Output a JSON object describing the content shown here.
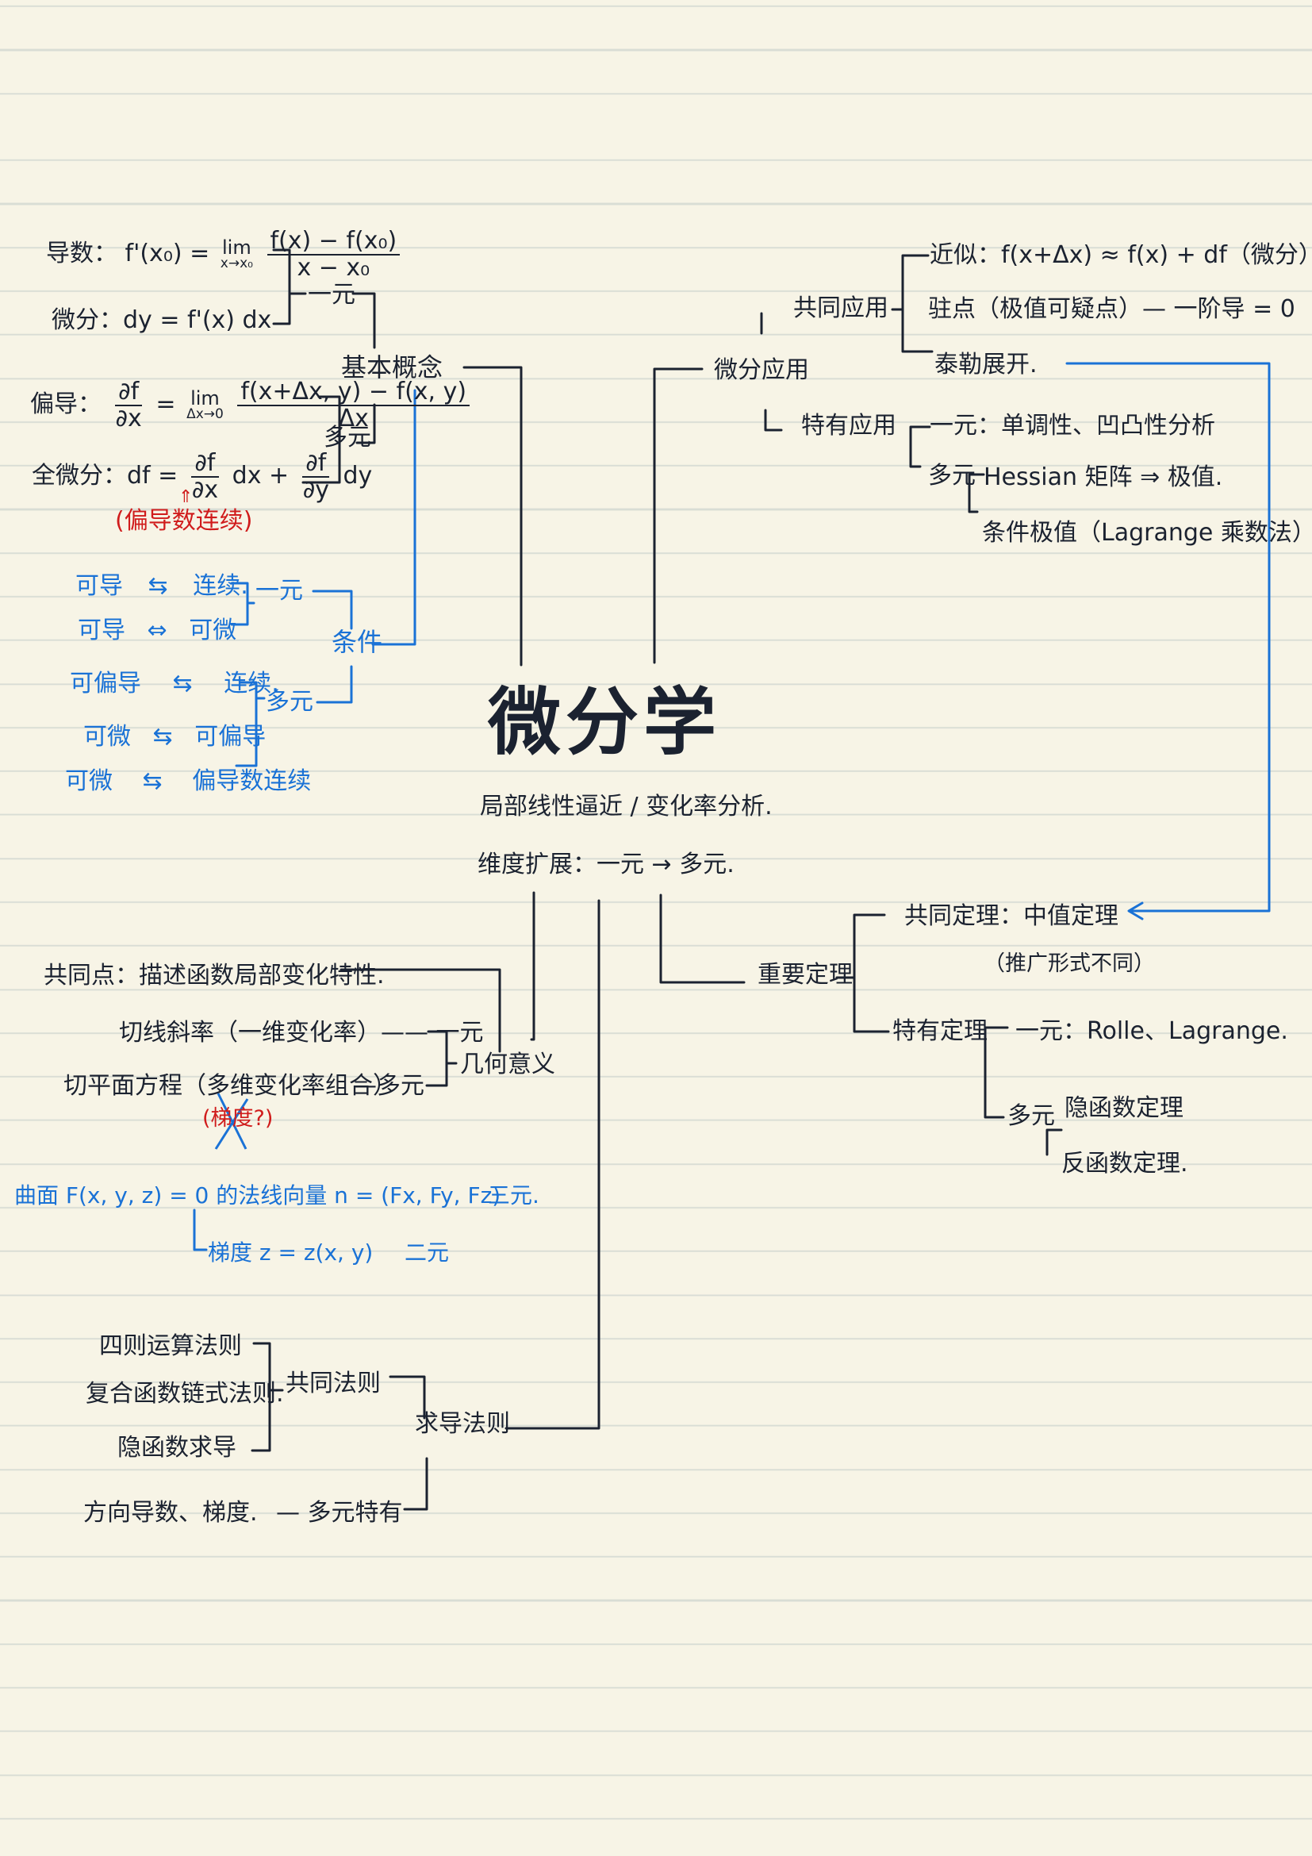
{
  "center": {
    "title": "微分学",
    "subtitle1": "局部线性逼近 / 变化率分析.",
    "subtitle2": "维度扩展：一元 → 多元."
  },
  "basic_concepts": {
    "label": "基本概念",
    "derivative": {
      "label": "导数：",
      "lhs": "f'(x₀) =",
      "lim_top": "lim",
      "lim_sub": "x→x₀",
      "num": "f(x) − f(x₀)",
      "den": "x − x₀"
    },
    "differential": "微分：dy = f'(x) dx",
    "one_var": "一元",
    "partial": {
      "label": "偏导：",
      "lhs_num": "∂f",
      "lhs_den": "∂x",
      "eq": "=",
      "lim_top": "lim",
      "lim_sub": "Δx→0",
      "num": "f(x+Δx, y) − f(x, y)",
      "den": "Δx"
    },
    "total_differential": {
      "label": "全微分：df =",
      "a_num": "∂f",
      "a_den": "∂x",
      "mid": "dx +",
      "b_num": "∂f",
      "b_den": "∂y",
      "tail": "dy"
    },
    "multi_var": "多元",
    "partial_continuous_note": "(偏导数连续)",
    "arrow_up": "⇑"
  },
  "conditions": {
    "label": "条件",
    "one_var": "一元",
    "multi_var": "多元",
    "rows": [
      {
        "left": "可导",
        "arrow": "⇆",
        "right": "连续."
      },
      {
        "left": "可导",
        "arrow": "⇔",
        "right": "可微"
      },
      {
        "left": "可偏导",
        "arrow": "⇆",
        "right": "连续."
      },
      {
        "left": "可微",
        "arrow": "⇆",
        "right": "可偏导"
      },
      {
        "left": "可微",
        "arrow": "⇆",
        "right": "偏导数连续"
      }
    ]
  },
  "geometric": {
    "label": "几何意义",
    "common": "共同点：描述函数局部变化特性.",
    "tangent_slope": "切线斜率（一维变化率）—— 一元",
    "tangent_plane": "切平面方程（多维变化率组合）",
    "multi": "—多元",
    "gradient_note": "(梯度?)",
    "surface": "曲面 F(x, y, z) = 0 的法线向量 n = (Fx, Fy, Fz)",
    "surface_tag": "三元.",
    "gradient": "梯度 z = z(x, y)",
    "gradient_tag": "二元"
  },
  "differentiation_rules": {
    "label": "求导法则",
    "common_label": "共同法则",
    "items": [
      "四则运算法则",
      "复合函数链式法则.",
      "隐函数求导"
    ],
    "special": "方向导数、梯度.",
    "special_tag": "— 多元特有"
  },
  "applications": {
    "label": "微分应用",
    "common_label": "共同应用",
    "common_items": [
      "近似：f(x+Δx) ≈ f(x) + df（微分）",
      "驻点（极值可疑点）— 一阶导 = 0",
      "泰勒展开."
    ],
    "special_label": "特有应用",
    "special_one": "一元：单调性、凹凸性分析",
    "special_multi": "多元",
    "special_multi_items": [
      "Hessian 矩阵 ⇒ 极值.",
      "条件极值（Lagrange 乘数法）."
    ]
  },
  "theorems": {
    "label": "重要定理",
    "common": "共同定理：中值定理",
    "common_note": "（推广形式不同）",
    "special_label": "特有定理",
    "one_var": "一元：Rolle、Lagrange.",
    "multi_var": "多元",
    "multi_items": [
      "隐函数定理",
      "反函数定理."
    ]
  },
  "colors": {
    "ink": "#1b2230",
    "blue": "#1a72d6",
    "red": "#d01c1c",
    "paper": "#f7f4e6",
    "rule": "#d9ddd5"
  }
}
